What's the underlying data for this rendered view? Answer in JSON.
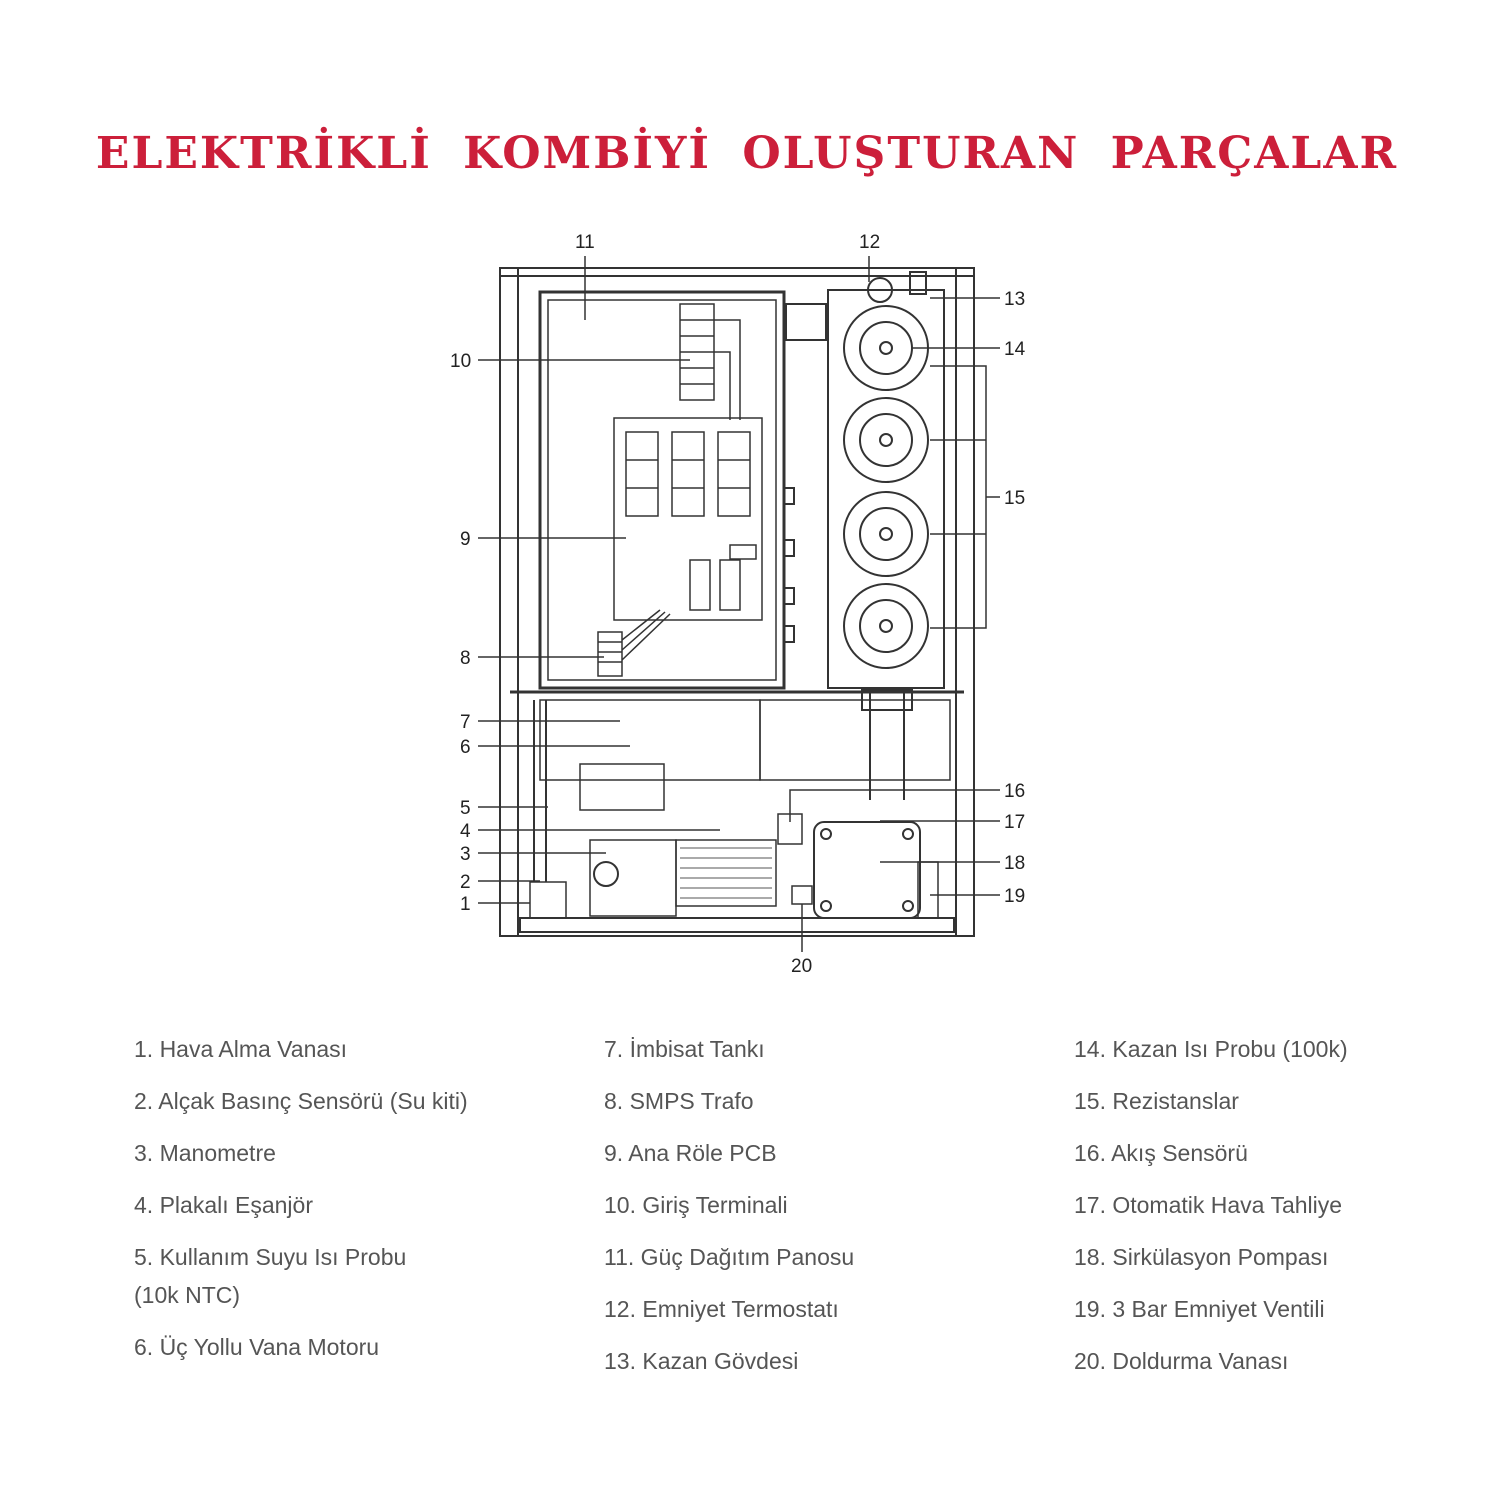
{
  "title": "ELEKTRİKLİ KOMBİYİ OLUŞTURAN PARÇALAR",
  "colors": {
    "title": "#cc1f3a",
    "line": "#333333",
    "legend_text": "#555555"
  },
  "callouts": [
    "1",
    "2",
    "3",
    "4",
    "5",
    "6",
    "7",
    "8",
    "9",
    "10",
    "11",
    "12",
    "13",
    "14",
    "15",
    "16",
    "17",
    "18",
    "19",
    "20"
  ],
  "legend": {
    "col1": [
      "1. Hava Alma Vanası",
      "2. Alçak Basınç Sensörü (Su kiti)",
      "3. Manometre",
      "4. Plakalı Eşanjör",
      "5. Kullanım Suyu Isı Probu (10k NTC)",
      "6. Üç Yollu Vana Motoru"
    ],
    "col2": [
      "7. İmbisat Tankı",
      "8. SMPS Trafo",
      "9. Ana Röle PCB",
      "10. Giriş Terminali",
      "11. Güç Dağıtım Panosu",
      "12. Emniyet Termostatı",
      "13. Kazan Gövdesi"
    ],
    "col3": [
      "14. Kazan Isı Probu (100k)",
      "15. Rezistanslar",
      "16. Akış Sensörü",
      "17. Otomatik Hava Tahliye",
      "18. Sirkülasyon Pompası",
      "19. 3 Bar Emniyet Ventili",
      "20. Doldurma Vanası"
    ]
  }
}
